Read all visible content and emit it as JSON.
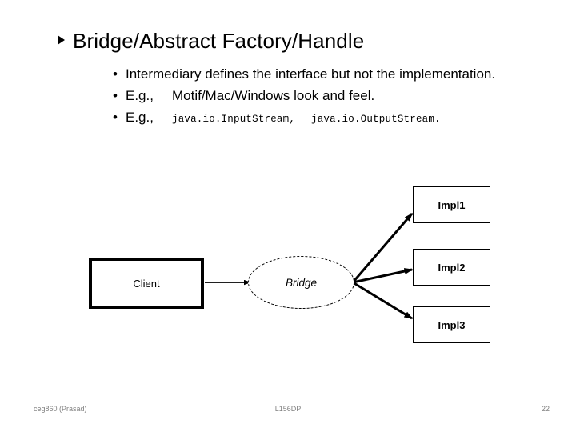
{
  "slide": {
    "title": "Bridge/Abstract Factory/Handle",
    "title_marker_icon": "triangle-right-icon",
    "bullets": [
      {
        "marker": "•",
        "text": "Intermediary defines the interface but not the implementation."
      },
      {
        "marker": "•",
        "label": "E.g.,",
        "text": "Motif/Mac/Windows look and feel."
      },
      {
        "marker": "•",
        "label": "E.g.,",
        "mono_text_1": "java.io.InputStream,",
        "mono_text_2": "java.io.OutputStream."
      }
    ],
    "diagram": {
      "client_label": "Client",
      "bridge_label": "Bridge",
      "impl_labels": [
        "Impl1",
        "Impl2",
        "Impl3"
      ],
      "stroke_color": "#000000",
      "fill_color": "#ffffff"
    },
    "footer": {
      "left": "ceg860 (Prasad)",
      "center": "L156DP",
      "page_number": "22",
      "color": "#808080"
    }
  }
}
